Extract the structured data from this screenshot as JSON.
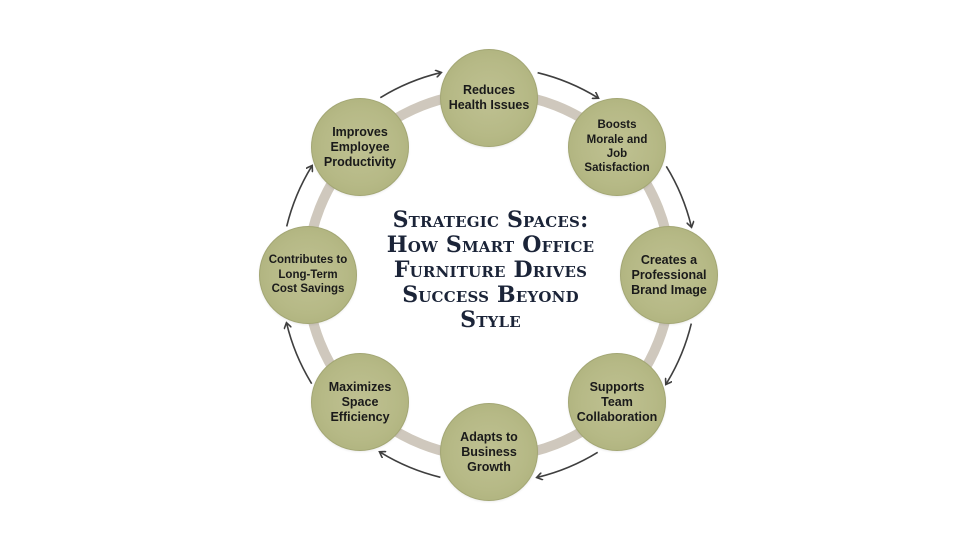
{
  "title": {
    "lines": [
      "Strategic Spaces:",
      "How Smart Office",
      "Furniture Drives",
      "Success Beyond",
      "Style"
    ]
  },
  "nodes": [
    "Reduces\nHealth Issues",
    "Boosts\nMorale and\nJob\nSatisfaction",
    "Creates a\nProfessional\nBrand Image",
    "Supports\nTeam\nCollaboration",
    "Adapts to\nBusiness\nGrowth",
    "Maximizes\nSpace\nEfficiency",
    "Contributes to\nLong-Term\nCost Savings",
    "Improves\nEmployee\nProductivity"
  ],
  "colors": {
    "ring": "#cfc8bd",
    "node_fill": "#b6b986",
    "arrow": "#3f3f3f",
    "title_text": "#1b2438",
    "node_text": "#1a1a1a"
  }
}
